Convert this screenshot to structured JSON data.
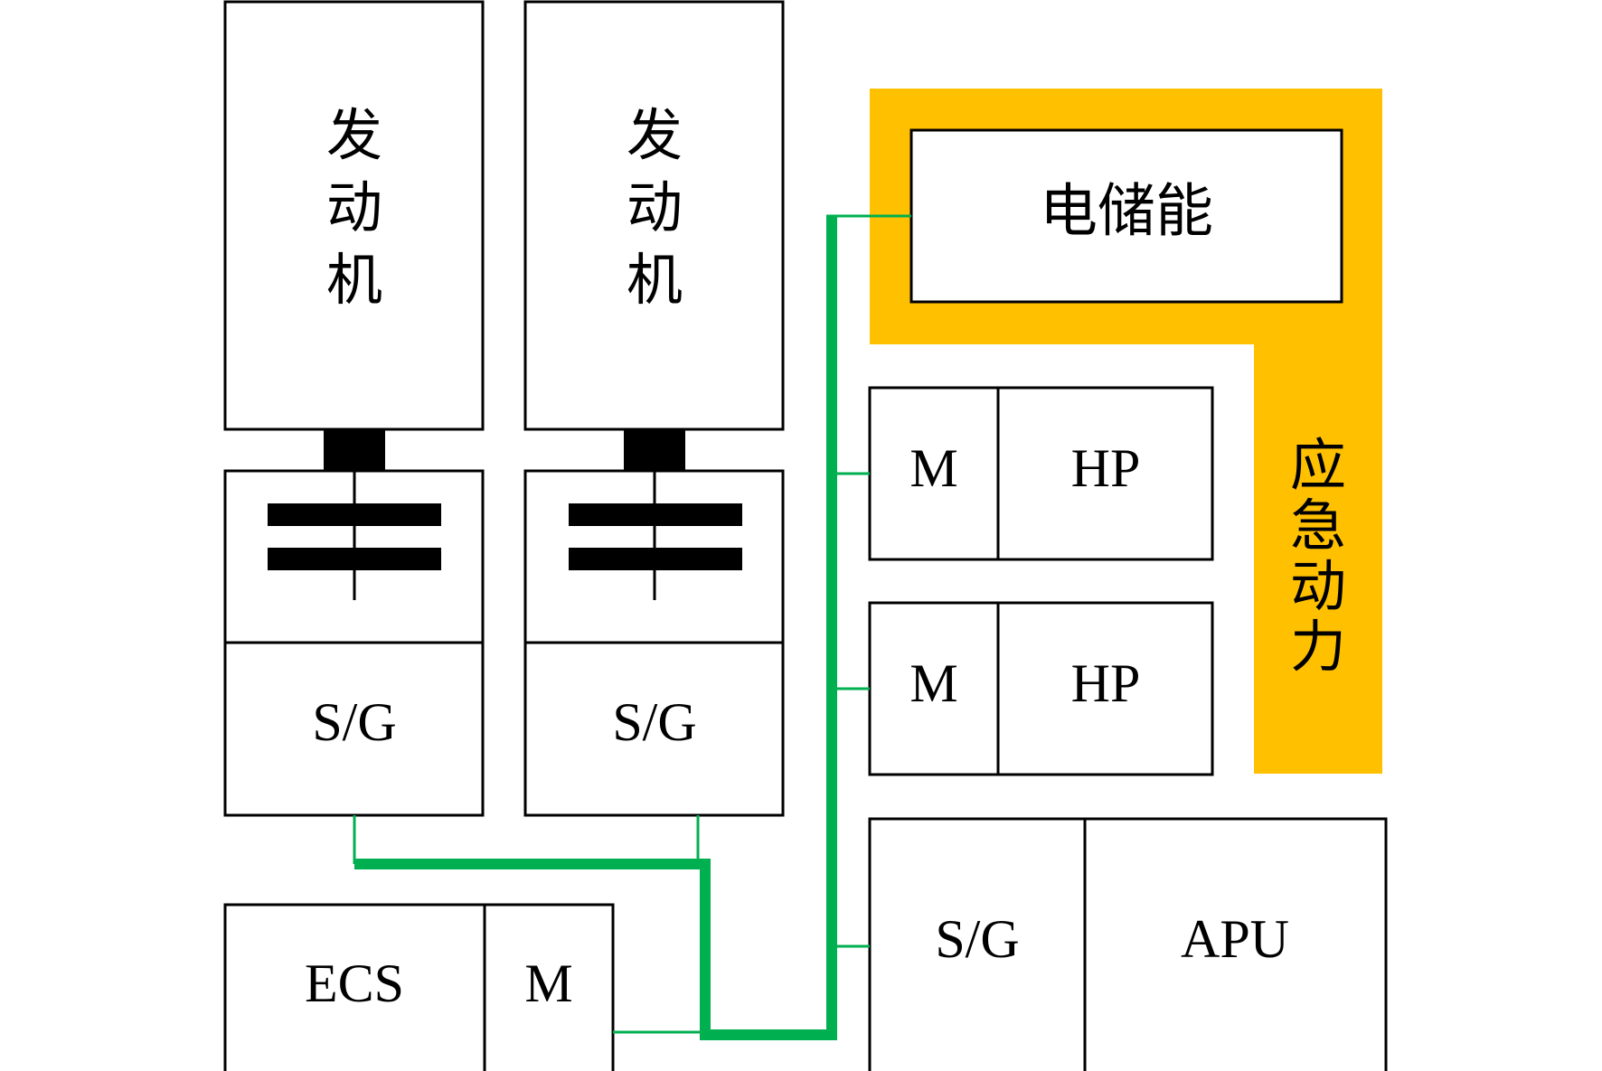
{
  "colors": {
    "bus": "#00b050",
    "emergency": "#ffc000",
    "stroke": "#000000",
    "fill": "#ffffff"
  },
  "engine_left": {
    "label_chars": [
      "发",
      "动",
      "机"
    ],
    "generator_label": "S/G"
  },
  "engine_right": {
    "label_chars": [
      "发",
      "动",
      "机"
    ],
    "generator_label": "S/G"
  },
  "storage": {
    "label": "电储能"
  },
  "emergency": {
    "label_chars": [
      "应",
      "急",
      "动",
      "力"
    ]
  },
  "hydraulic_unit_1": {
    "motor_label": "M",
    "pump_label": "HP"
  },
  "hydraulic_unit_2": {
    "motor_label": "M",
    "pump_label": "HP"
  },
  "apu_unit": {
    "generator_label": "S/G",
    "apu_label": "APU"
  },
  "ecs_unit": {
    "ecs_label": "ECS",
    "motor_label": "M"
  }
}
